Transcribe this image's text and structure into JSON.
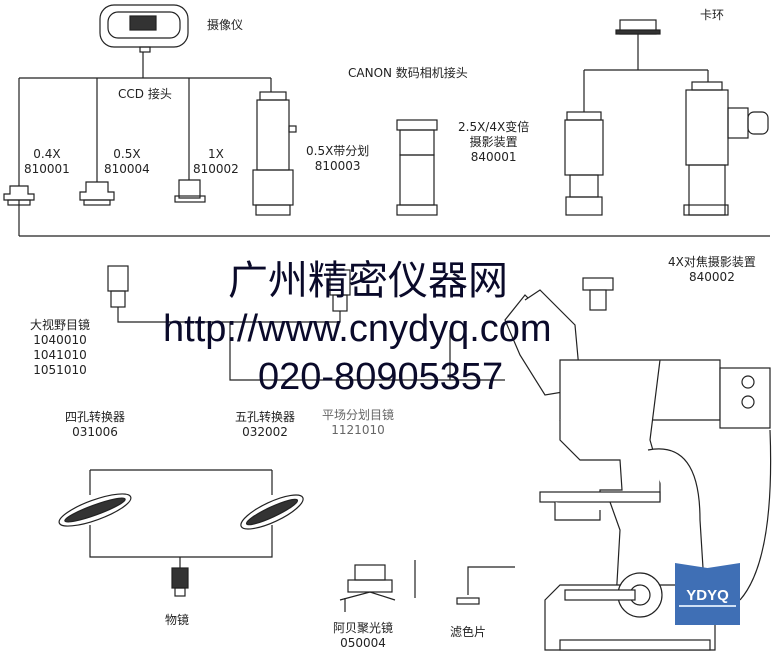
{
  "labels": {
    "camera": "摄像仪",
    "ccd_adapter": "CCD 接头",
    "canon_adapter": "CANON 数码相机接头",
    "clamp_ring": "卡环",
    "ad_04x": {
      "name": "0.4X",
      "code": "810001"
    },
    "ad_05x": {
      "name": "0.5X",
      "code": "810004"
    },
    "ad_1x": {
      "name": "1X",
      "code": "810002"
    },
    "ad_05x_reticle": {
      "name": "0.5X带分划",
      "code": "810003"
    },
    "zoom_photo": {
      "name1": "2.5X/4X变倍",
      "name2": "摄影装置",
      "code": "840001"
    },
    "focus_photo": {
      "name": "4X对焦摄影装置",
      "code": "840002"
    },
    "wide_eyepiece": {
      "name": "大视野目镜",
      "codes": [
        "1040010",
        "1041010",
        "1051010"
      ]
    },
    "reticle_eyepiece": {
      "name": "平场分划目镜",
      "code": "1121010"
    },
    "nose4": {
      "name": "四孔转换器",
      "code": "031006"
    },
    "nose5": {
      "name": "五孔转换器",
      "code": "032002"
    },
    "objective": "物镜",
    "abbe": {
      "name": "阿贝聚光镜",
      "code": "050004"
    },
    "filter": "滤色片"
  },
  "watermark": {
    "name": "广州精密仪器网",
    "url": "http://www.cnydyq.com",
    "phone": "020-80905357"
  },
  "logo": {
    "text": "YDYQ",
    "color": "#3f6fb5"
  }
}
